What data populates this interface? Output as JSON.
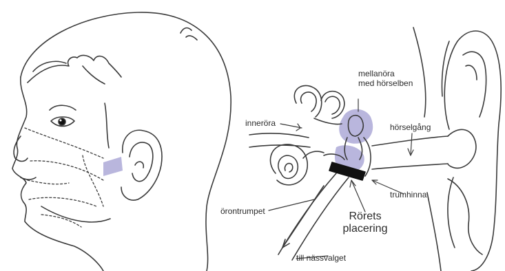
{
  "labels": {
    "mellanora_line1": "mellanöra",
    "mellanora_line2": "med hörselben",
    "innerora": "inneröra",
    "horselgang": "hörselgång",
    "trumhinna": "trumhinna",
    "orontrumpet": "örontrumpet",
    "rorets_line1": "Rörets",
    "rorets_line2": "placering",
    "till_nassvalget": "till nässvalget"
  },
  "colors": {
    "line": "#3a3a3a",
    "highlight": "#b9b6dd",
    "tube": "#111111"
  }
}
